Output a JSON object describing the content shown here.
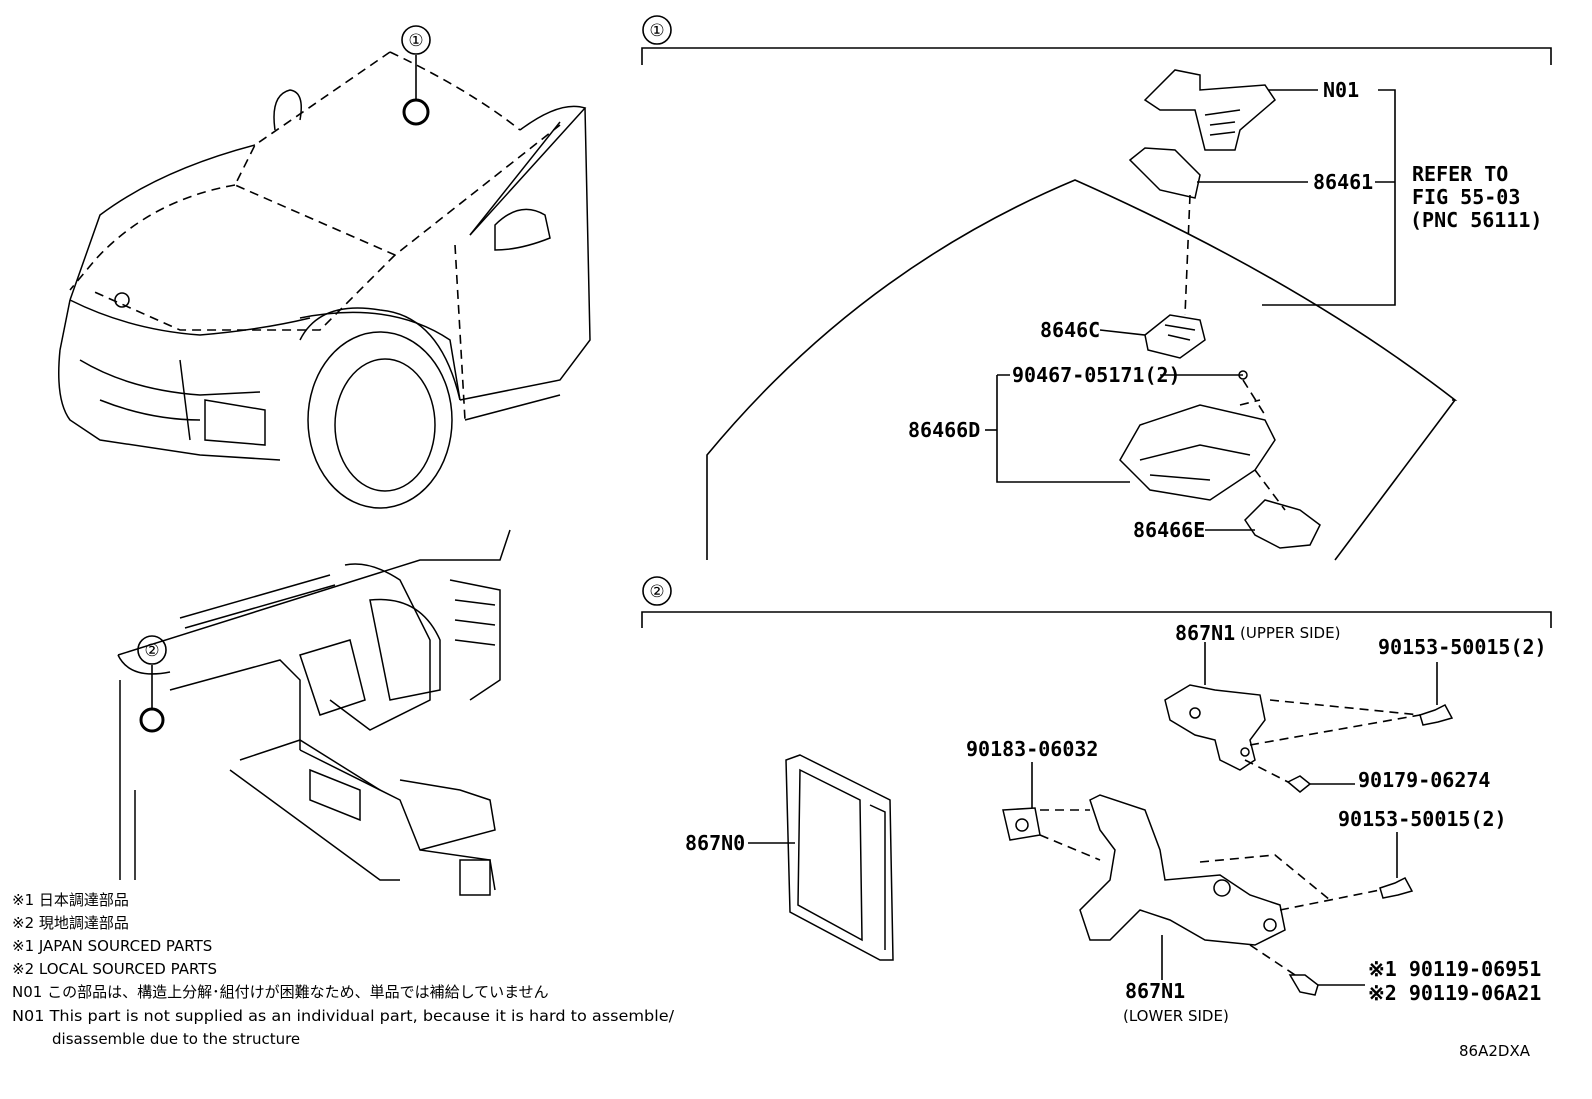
{
  "sections": {
    "s1": {
      "marker": "①"
    },
    "s2": {
      "marker": "②"
    }
  },
  "callouts": {
    "car_hotspot": "①",
    "dash_hotspot": "②"
  },
  "parts": {
    "n01": "N01",
    "p86461": "86461",
    "refer": [
      "REFER TO",
      "FIG 55-03",
      "(PNC 56111)"
    ],
    "p8646c": "8646C",
    "p90467": "90467-05171(2)",
    "p86466d": "86466D",
    "p86466e": "86466E",
    "p867n1_upper": "867N1",
    "p867n1_upper_note": "(UPPER SIDE)",
    "p90153_a": "90153-50015(2)",
    "p90183": "90183-06032",
    "p90179": "90179-06274",
    "p90153_b": "90153-50015(2)",
    "p867n0": "867N0",
    "p90119_1": "※1 90119-06951",
    "p90119_2": "※2 90119-06A21",
    "p867n1_lower": "867N1",
    "p867n1_lower_note": "(LOWER SIDE)"
  },
  "notes": [
    "※1 日本調達部品",
    "※2 現地調達部品",
    "※1 JAPAN SOURCED PARTS",
    "※2 LOCAL SOURCED PARTS",
    "N01 この部品は、構造上分解･組付けが困難なため、単品では補給していません",
    "N01 This part is not supplied as an individual part, because it is hard to assemble/",
    "disassemble due to the structure"
  ],
  "figure_code": "86A2DXA"
}
